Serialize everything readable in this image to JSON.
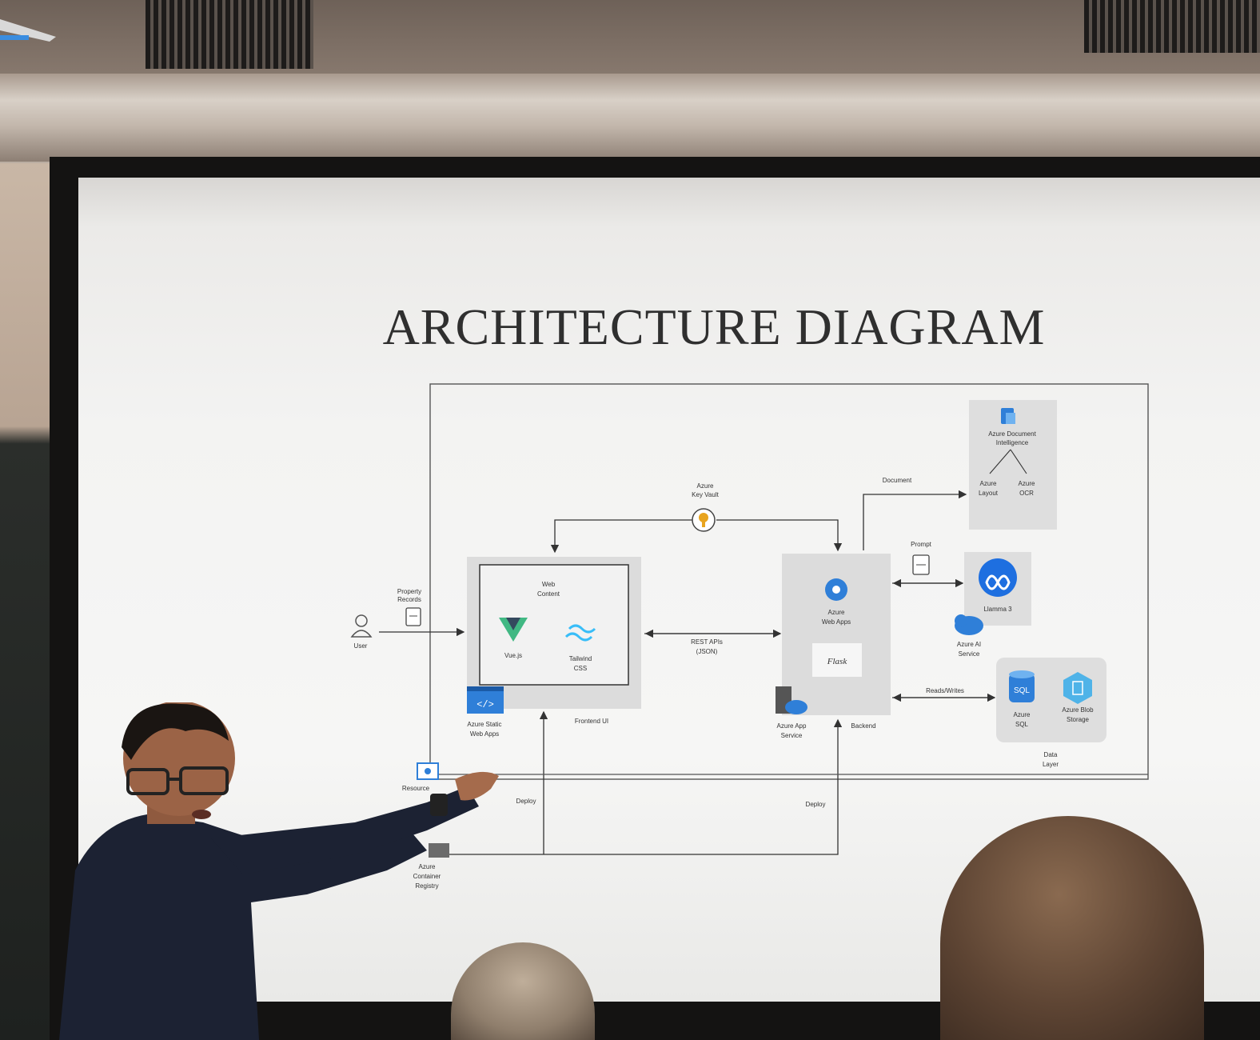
{
  "slide": {
    "title": "ARCHITECTURE DIAGRAM",
    "background_color": "#f4f4f3",
    "text_color": "#2f2f2f"
  },
  "diagram": {
    "user": "User",
    "property_records": [
      "Property",
      "Records"
    ],
    "web_content": [
      "Web",
      "Content"
    ],
    "vue": "Vue.js",
    "tailwind": [
      "Tailwind",
      "CSS"
    ],
    "static_web_apps": [
      "Azure Static",
      "Web Apps"
    ],
    "frontend": "Frontend UI",
    "key_vault": [
      "Azure",
      "Key Vault"
    ],
    "rest": [
      "REST APIs",
      "(JSON)"
    ],
    "web_apps": [
      "Azure",
      "Web Apps"
    ],
    "flask": "Flask",
    "app_service": [
      "Azure App",
      "Service"
    ],
    "backend": "Backend",
    "document": "Document",
    "doc_intel": [
      "Azure Document",
      "Intelligence"
    ],
    "layout": [
      "Azure",
      "Layout"
    ],
    "ocr": [
      "Azure",
      "OCR"
    ],
    "prompt": "Prompt",
    "llama": "Llamma 3",
    "ai_service": [
      "Azure AI",
      "Service"
    ],
    "read_writes": "Reads/Writes",
    "sql": [
      "Azure",
      "SQL"
    ],
    "blob": [
      "Azure Blob",
      "Storage"
    ],
    "sql_icon_text": "SQL",
    "data_layer": [
      "Data",
      "Layer"
    ],
    "resource_group": "Resource",
    "deploy_left": "Deploy",
    "deploy_right": "Deploy",
    "container_registry": [
      "Azure",
      "Container",
      "Registry"
    ]
  },
  "colors": {
    "vue_green": "#41b883",
    "vue_dark": "#34495e",
    "tailwind": "#38bdf8",
    "azure_blue": "#2f7fd8",
    "meta_blue": "#1e6fe0",
    "key_vault_gold": "#e8a41f"
  }
}
